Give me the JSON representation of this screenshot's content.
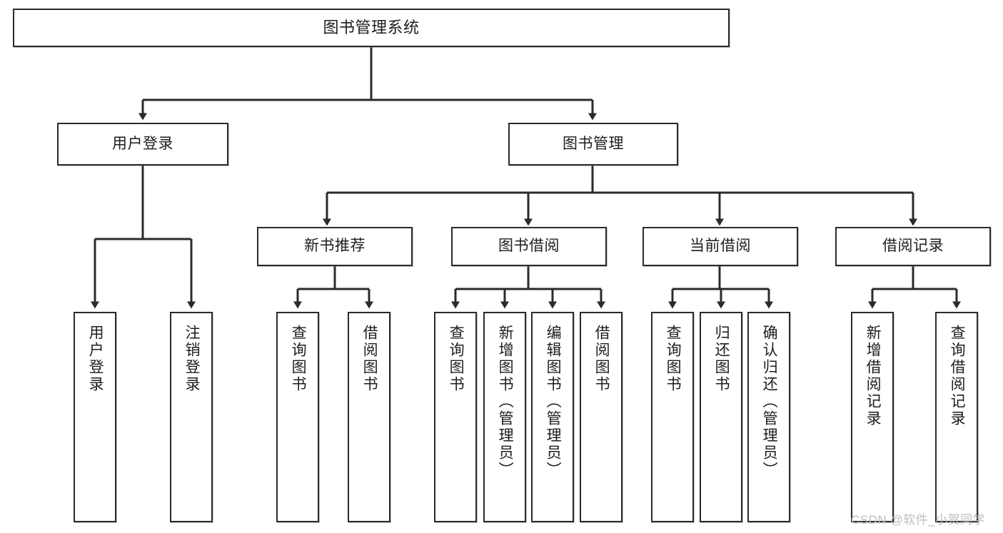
{
  "diagram": {
    "title_text": "图书管理系统",
    "type": "tree-hierarchy",
    "root": {
      "label": "图书管理系统"
    },
    "level2": [
      {
        "label": "用户登录"
      },
      {
        "label": "图书管理"
      }
    ],
    "level3": [
      {
        "label": "新书推荐"
      },
      {
        "label": "图书借阅"
      },
      {
        "label": "当前借阅"
      },
      {
        "label": "借阅记录"
      }
    ],
    "leaves_user_login": [
      {
        "label": "用户登录"
      },
      {
        "label": "注销登录"
      }
    ],
    "leaves_new_books": [
      {
        "label": "查询图书"
      },
      {
        "label": "借阅图书"
      }
    ],
    "leaves_borrow": [
      {
        "label": "查询图书"
      },
      {
        "label": "新增图书（管理员）"
      },
      {
        "label": "编辑图书（管理员）"
      },
      {
        "label": "借阅图书"
      }
    ],
    "leaves_current": [
      {
        "label": "查询图书"
      },
      {
        "label": "归还图书"
      },
      {
        "label": "确认归还（管理员）"
      }
    ],
    "leaves_records": [
      {
        "label": "新增借阅记录"
      },
      {
        "label": "查询借阅记录"
      }
    ]
  },
  "watermark": {
    "text": "CSDN @软件_小贺同学"
  },
  "colors": {
    "border": "#2b2b2b",
    "text": "#1d1d1d",
    "background": "#ffffff",
    "watermark": "#bdbdbd"
  }
}
